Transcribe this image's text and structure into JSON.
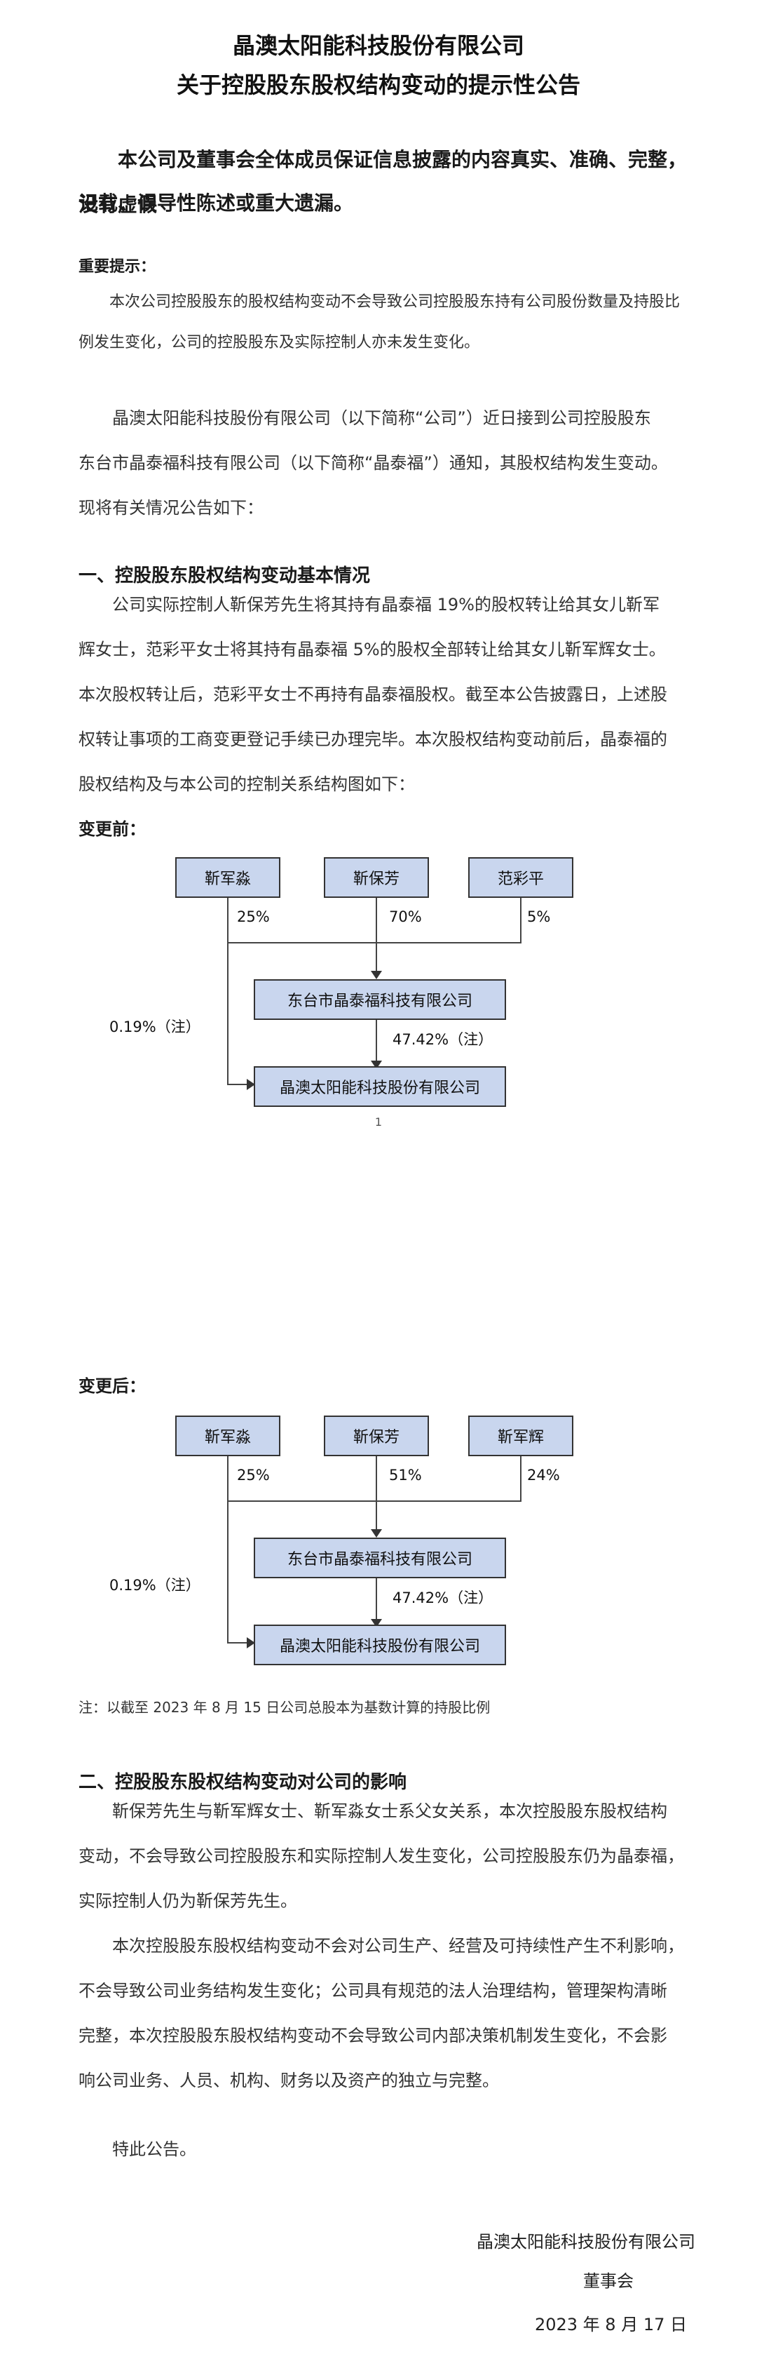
{
  "header": {
    "company": "晶澳太阳能科技股份有限公司",
    "title": "关于控股股东股权结构变动的提示性公告"
  },
  "statement": [
    "本公司及董事会全体成员保证信息披露的内容真实、准确、完整，没有虚假",
    "记载、误导性陈述或重大遗漏。"
  ],
  "important_tip": {
    "label": "重要提示：",
    "lines": [
      "本次公司控股股东的股权结构变动不会导致公司控股股东持有公司股份数量及持股比",
      "例发生变化，公司的控股股东及实际控制人亦未发生变化。"
    ]
  },
  "intro": [
    "晶澳太阳能科技股份有限公司（以下简称“公司”）近日接到公司控股股东",
    "东台市晶泰福科技有限公司（以下简称“晶泰福”）通知，其股权结构发生变动。",
    "现将有关情况公告如下："
  ],
  "section1": {
    "heading": "一、控股股东股权结构变动基本情况",
    "lines": [
      "公司实际控制人靳保芳先生将其持有晶泰福 19%的股权转让给其女儿靳军",
      "辉女士，范彩平女士将其持有晶泰福 5%的股权全部转让给其女儿靳军辉女士。",
      "本次股权转让后，范彩平女士不再持有晶泰福股权。截至本公告披露日，上述股",
      "权转让事项的工商变更登记手续已办理完毕。本次股权结构变动前后，晶泰福的",
      "股权结构及与本公司的控制关系结构图如下："
    ]
  },
  "before": {
    "label": "变更前：",
    "shareholders": [
      {
        "name": "靳军淼",
        "pct": "25%"
      },
      {
        "name": "靳保芳",
        "pct": "70%"
      },
      {
        "name": "范彩平",
        "pct": "5%"
      }
    ],
    "direct_pct": "0.19%（注）",
    "holding": "东台市晶泰福科技有限公司",
    "holding_pct": "47.42%（注）",
    "listed": "晶澳太阳能科技股份有限公司"
  },
  "page_number": "1",
  "after": {
    "label": "变更后：",
    "shareholders": [
      {
        "name": "靳军淼",
        "pct": "25%"
      },
      {
        "name": "靳保芳",
        "pct": "51%"
      },
      {
        "name": "靳军辉",
        "pct": "24%"
      }
    ],
    "direct_pct": "0.19%（注）",
    "holding": "东台市晶泰福科技有限公司",
    "holding_pct": "47.42%（注）",
    "listed": "晶澳太阳能科技股份有限公司"
  },
  "note": "注：以截至 2023 年 8 月 15 日公司总股本为基数计算的持股比例",
  "section2": {
    "heading": "二、控股股东股权结构变动对公司的影响",
    "p1": [
      "靳保芳先生与靳军辉女士、靳军淼女士系父女关系，本次控股股东股权结构",
      "变动，不会导致公司控股股东和实际控制人发生变化，公司控股股东仍为晶泰福，",
      "实际控制人仍为靳保芳先生。"
    ],
    "p2": [
      "本次控股股东股权结构变动不会对公司生产、经营及可持续性产生不利影响，",
      "不会导致公司业务结构发生变化；公司具有规范的法人治理结构，管理架构清晰",
      "完整，本次控股股东股权结构变动不会导致公司内部决策机制发生变化，不会影",
      "响公司业务、人员、机构、财务以及资产的独立与完整。"
    ]
  },
  "closing": "特此公告。",
  "signature": {
    "company": "晶澳太阳能科技股份有限公司",
    "board": "董事会",
    "date": "2023 年 8 月 17 日"
  }
}
